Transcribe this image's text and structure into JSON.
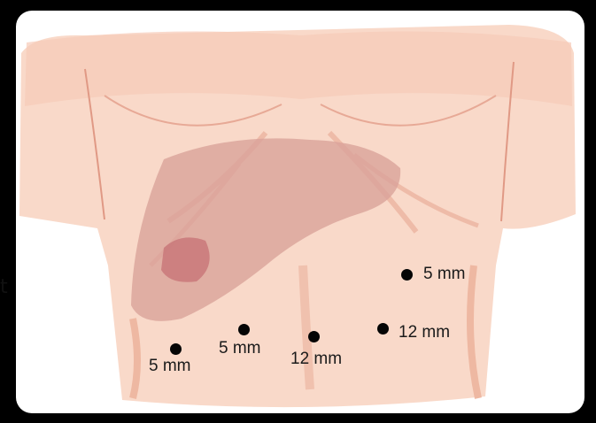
{
  "figure": {
    "edge_fragment": "t"
  },
  "ports": [
    {
      "label": "5 mm"
    },
    {
      "label": "12 mm"
    },
    {
      "label": "5 mm"
    },
    {
      "label": "12 mm"
    },
    {
      "label": "5 mm"
    }
  ],
  "colors": {
    "background": "#000000",
    "frame": "#ffffff",
    "skin": "#f9d9c9",
    "skin_shadow": "#eeb8a2",
    "outline": "#e09985",
    "liver": "#d9a29a",
    "liver_lesion": "#c9787a",
    "port_dot": "#050505"
  }
}
